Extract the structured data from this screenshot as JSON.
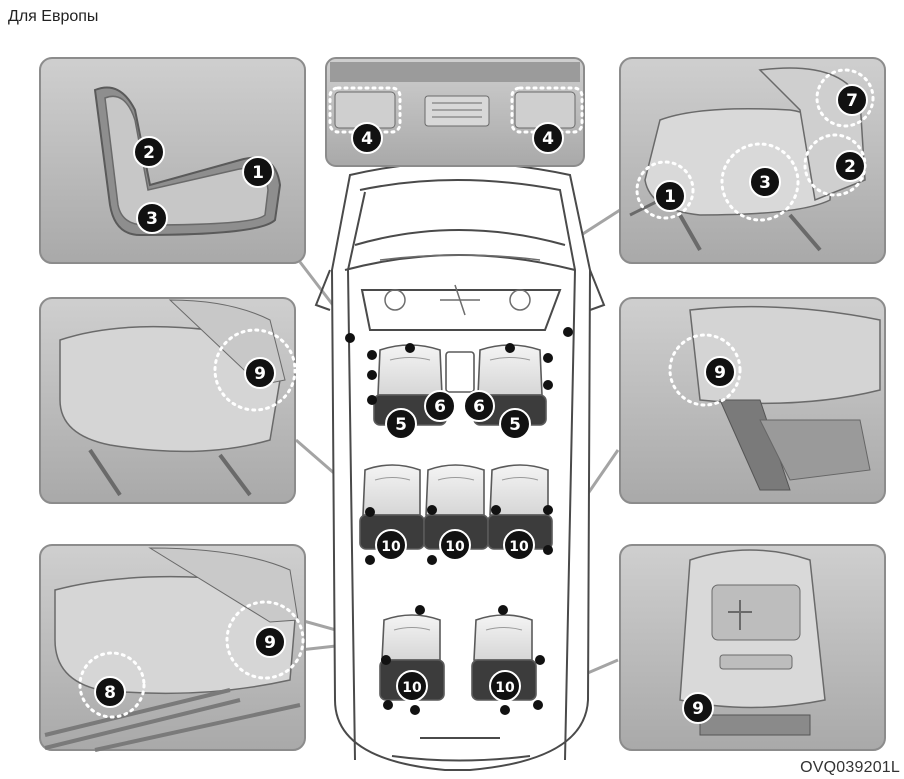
{
  "header": {
    "region_label": "Для Европы"
  },
  "footer": {
    "figure_code": "OVQ039201L"
  },
  "callouts": {
    "n1": "1",
    "n2": "2",
    "n3": "3",
    "n4": "4",
    "n5": "5",
    "n6": "6",
    "n7": "7",
    "n8": "8",
    "n9": "9",
    "n10": "10"
  },
  "colors": {
    "panel_bg": "#b9b9b9",
    "panel_border": "#8c8c8c",
    "seat_fill": "#ececec",
    "marker": "#111111"
  }
}
